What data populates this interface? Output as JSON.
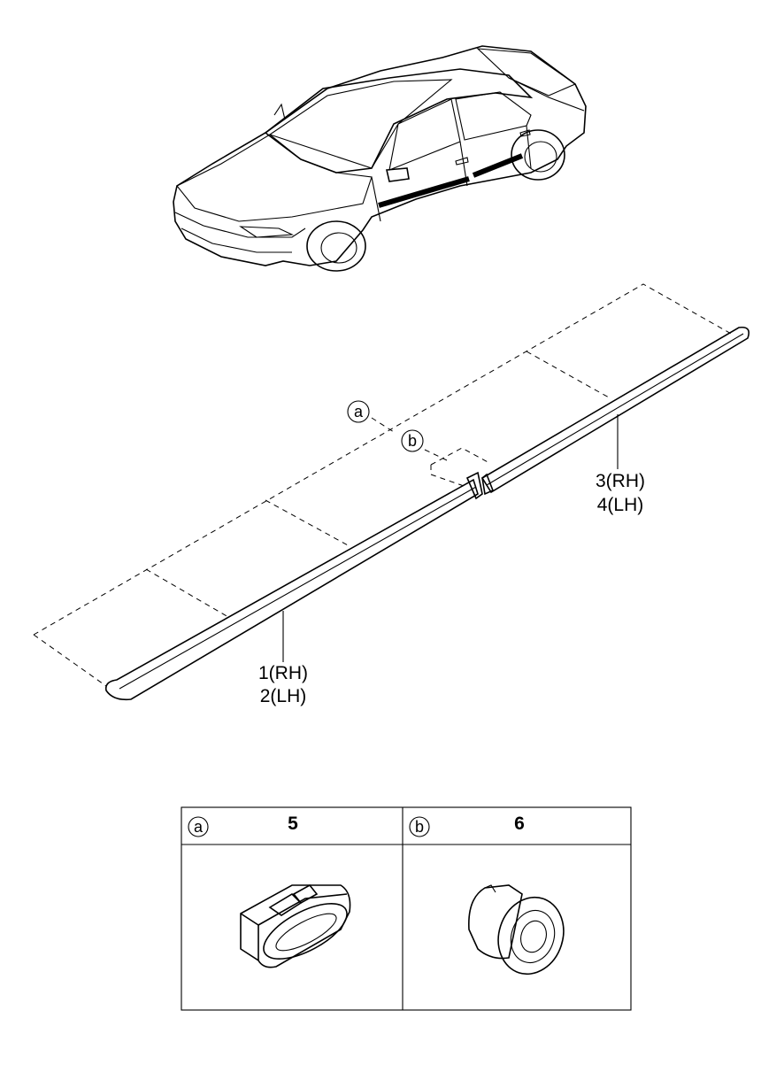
{
  "callouts": {
    "a": "a",
    "b": "b"
  },
  "parts": {
    "front_molding_rh": "1(RH)",
    "front_molding_lh": "2(LH)",
    "rear_molding_rh": "3(RH)",
    "rear_molding_lh": "4(LH)"
  },
  "detail_table": {
    "cells": [
      {
        "callout": "a",
        "part_number": "5"
      },
      {
        "callout": "b",
        "part_number": "6"
      }
    ]
  }
}
